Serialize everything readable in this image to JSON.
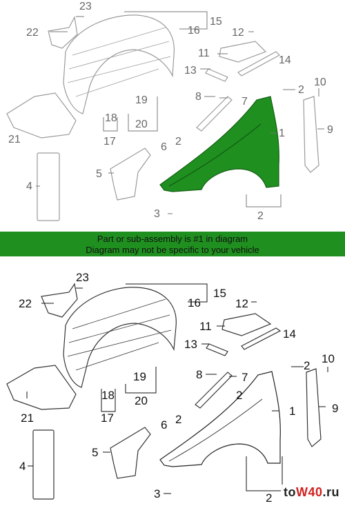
{
  "banner": {
    "line1": "Part or sub-assembly is #1 in diagram",
    "line2": "Diagram may not be specific to your vehicle"
  },
  "watermark": {
    "prefix": "to",
    "brand": "W40",
    "suffix": ".ru"
  },
  "colors": {
    "highlight": "#1f8f1f",
    "banner": "#1f8f1f",
    "watermark_accent": "#d21f1f"
  },
  "callouts": {
    "c1": "1",
    "c2": "2",
    "c3": "3",
    "c4": "4",
    "c5": "5",
    "c6": "6",
    "c7": "7",
    "c8": "8",
    "c9": "9",
    "c10": "10",
    "c11": "11",
    "c12": "12",
    "c13": "13",
    "c14": "14",
    "c15": "15",
    "c16": "16",
    "c17": "17",
    "c18": "18",
    "c19": "19",
    "c20": "20",
    "c21": "21",
    "c22": "22",
    "c23": "23"
  }
}
